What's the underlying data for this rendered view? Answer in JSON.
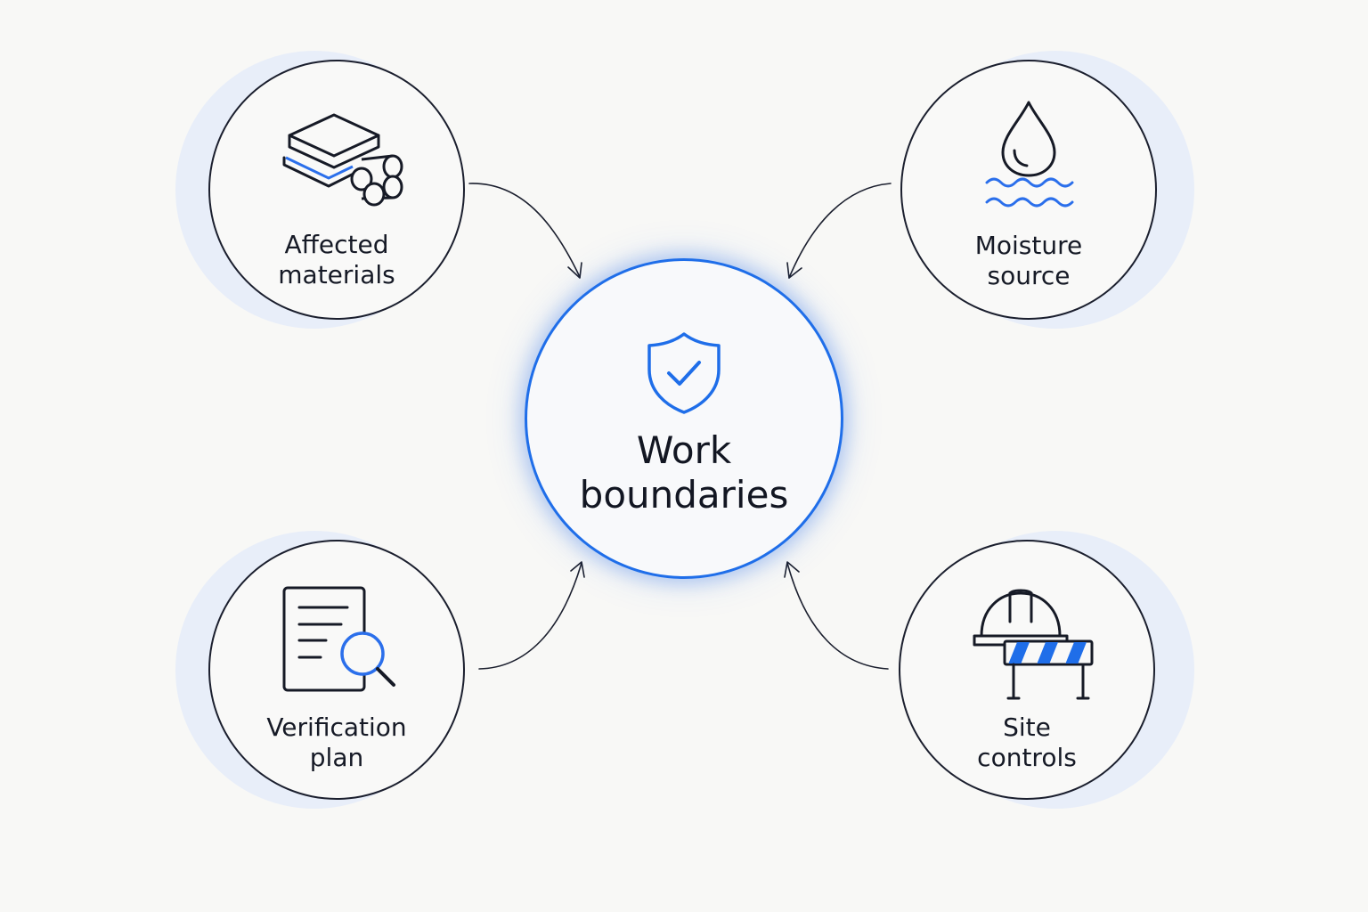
{
  "diagram": {
    "center": {
      "title_line1": "Work",
      "title_line2": "boundaries",
      "icon": "shield-check-icon"
    },
    "nodes": [
      {
        "id": "affected-materials",
        "line1": "Affected",
        "line2": "materials",
        "icon": "material-stack-icon"
      },
      {
        "id": "moisture-source",
        "line1": "Moisture",
        "line2": "source",
        "icon": "water-drop-icon"
      },
      {
        "id": "verification-plan",
        "line1": "Verification",
        "line2": "plan",
        "icon": "document-magnifier-icon"
      },
      {
        "id": "site-controls",
        "line1": "Site",
        "line2": "controls",
        "icon": "hardhat-barrier-icon"
      }
    ],
    "colors": {
      "accent": "#1f6ee9",
      "line": "#1b1f2e",
      "background": "#f8f8f6",
      "halo": "#e8eef9"
    }
  }
}
